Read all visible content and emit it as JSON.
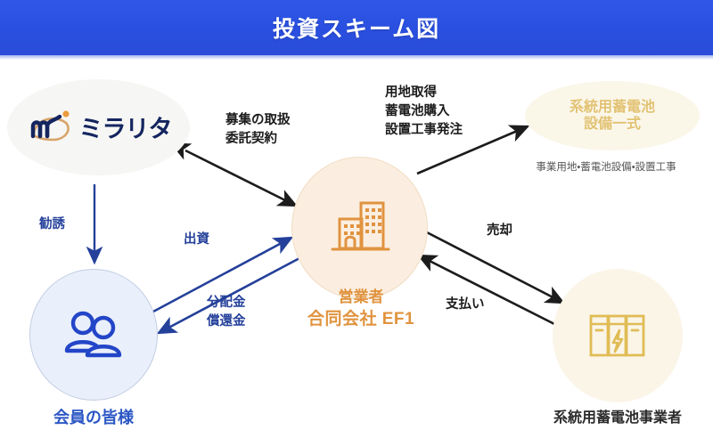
{
  "header": {
    "title": "投資スキーム図",
    "background_color": "#2a4fe0",
    "text_color": "#ffffff"
  },
  "diagram": {
    "nodes": {
      "miralita": {
        "logo_text": "ミラリタ",
        "icon": "miralita-monogram-icon",
        "shape": "ellipse",
        "fill_color": "#f6f6f4"
      },
      "members": {
        "caption": "会員の皆様",
        "icon": "people-group-icon",
        "shape": "circle",
        "fill_color": "#eaf0fb",
        "text_color": "#2b56c4"
      },
      "operator": {
        "caption_line1": "営業者",
        "caption_line2": "合同会社 EF1",
        "icon": "office-building-icon",
        "shape": "circle",
        "fill_color": "#fbeee0",
        "text_color": "#e0933f"
      },
      "equipment": {
        "label_line1": "系統用蓄電池",
        "label_line2": "設備一式",
        "caption": "事業用地・蓄電池設備・設置工事",
        "shape": "ellipse",
        "fill_color": "#faf6e8",
        "text_color": "#e2c272"
      },
      "battery_operator": {
        "caption": "系統用蓄電池事業者",
        "icon": "battery-storage-icon",
        "shape": "circle",
        "fill_color": "#faf5e7",
        "text_color": "#2b2b2b"
      }
    },
    "flows": {
      "entrust": {
        "line1": "募集の取扱",
        "line2": "委託契約",
        "direction": "bidirectional",
        "color": "#1c1c1c"
      },
      "order": {
        "line1": "用地取得",
        "line2": "蓄電池購入",
        "line3": "設置工事発注",
        "direction": "operator-to-equipment",
        "color": "#1c1c1c"
      },
      "solicit": {
        "label": "勧誘",
        "direction": "miralita-to-members",
        "color": "#24409a"
      },
      "invest": {
        "label": "出資",
        "direction": "members-to-operator",
        "color": "#24409a"
      },
      "dividend": {
        "line1": "分配金",
        "line2": "償還金",
        "direction": "operator-to-members",
        "color": "#24409a"
      },
      "sale": {
        "label": "売却",
        "direction": "operator-to-battery-operator",
        "color": "#1c1c1c"
      },
      "payment": {
        "label": "支払い",
        "direction": "battery-operator-to-operator",
        "color": "#1c1c1c"
      }
    }
  }
}
